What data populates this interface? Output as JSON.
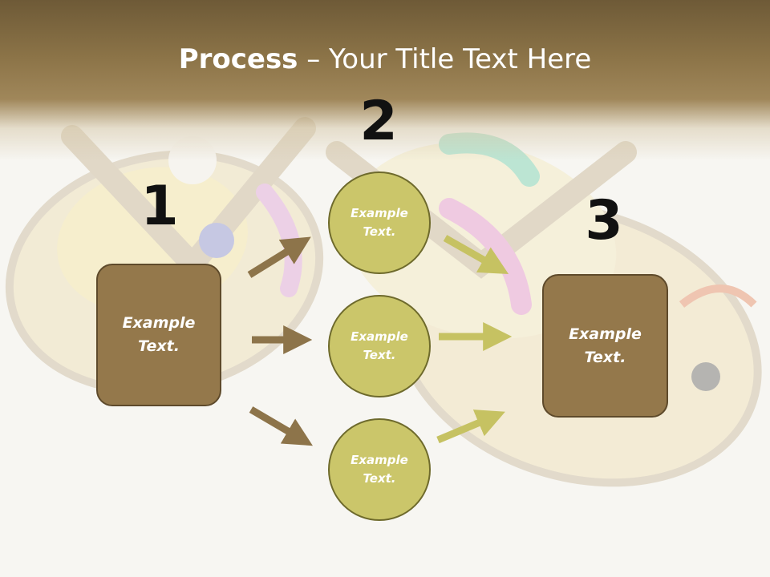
{
  "title": {
    "bold": "Process",
    "rest": " – Your Title Text Here"
  },
  "steps": {
    "one": {
      "number": "1",
      "label": "Example\nText."
    },
    "two": {
      "number": "2",
      "circles": [
        {
          "label": "Example\nText."
        },
        {
          "label": "Example\nText."
        },
        {
          "label": "Example\nText."
        }
      ]
    },
    "three": {
      "number": "3",
      "label": "Example\nText."
    }
  },
  "colors": {
    "box_fill": "#94784b",
    "circle_fill": "#cbc66a",
    "arrow_brown": "#8d744a",
    "arrow_olive": "#c6c262",
    "header": "#8b7347"
  },
  "icons": [
    "arrow-right-icon"
  ]
}
